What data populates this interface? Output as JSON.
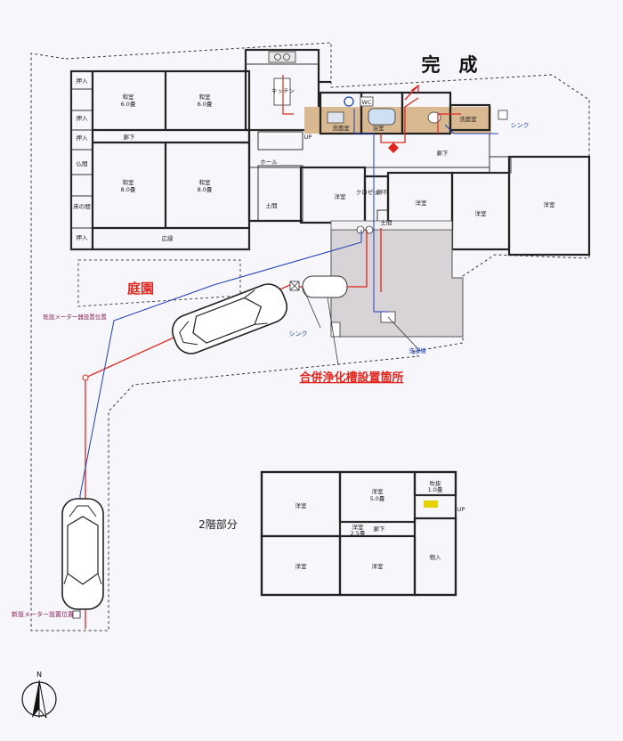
{
  "title": "完　成",
  "floor1": {
    "rooms": {
      "oshiire_1": "押入",
      "oshiire_2": "押入",
      "oshiire_3": "押入",
      "oshiire_4": "押入",
      "washitsu_nw": "和室",
      "washitsu_nw_size": "6.0畳",
      "washitsu_ne": "和室",
      "washitsu_ne_size": "6.0畳",
      "washitsu_sw": "和室",
      "washitsu_sw_size": "8.0畳",
      "washitsu_se": "和室",
      "washitsu_se_size": "8.0畳",
      "butsuma": "仏間",
      "tokonoma": "床の間",
      "roka_west": "廊下",
      "hiroen": "広縁",
      "kitchen": "キッチン",
      "senmenjo": "洗面室",
      "bath": "浴室",
      "wc": "WC",
      "senmenjo_east": "洗面室",
      "hall": "ホール",
      "doma_1": "土間",
      "doma_2": "土間",
      "yoshitsu_1": "洋室",
      "yoshitsu_2": "洋室",
      "yoshitsu_3": "洋室",
      "yoshitsu_4": "洋室",
      "closet": "クロゼット",
      "roka_east": "廊下",
      "roka_center": "廊下",
      "up_1": "UP"
    },
    "sink_ne": "シンク",
    "sink_s": "シンク",
    "washer": "洗濯機"
  },
  "garden": "庭園",
  "septic_label": "合併浄化槽設置箇所",
  "meter_existing": "既設メーター器設置位置",
  "meter_new": "新設メーター設置位置",
  "floor2": {
    "label": "2階部分",
    "rooms": {
      "yoshitsu_nw": "洋室",
      "yoshitsu_nc": "洋室",
      "yoshitsu_nc_size": "5.0畳",
      "fukinuke": "吹抜",
      "fukinuke_size": "1.0畳",
      "up": "UP",
      "roka_room": "洋室",
      "roka_room_size": "2.5畳",
      "roka": "廊下",
      "yoshitsu_sw": "洋室",
      "yoshitsu_sc": "洋室",
      "oshiire": "物入"
    }
  },
  "compass": "N",
  "colors": {
    "red_line": "#e0261e",
    "blue_line": "#1f3fb5",
    "floor_tatami": "#ece8e2",
    "floor_wood": "#f3e5d2",
    "corridor": "#d8b98f",
    "gray_slab": "#d6d3d6"
  }
}
